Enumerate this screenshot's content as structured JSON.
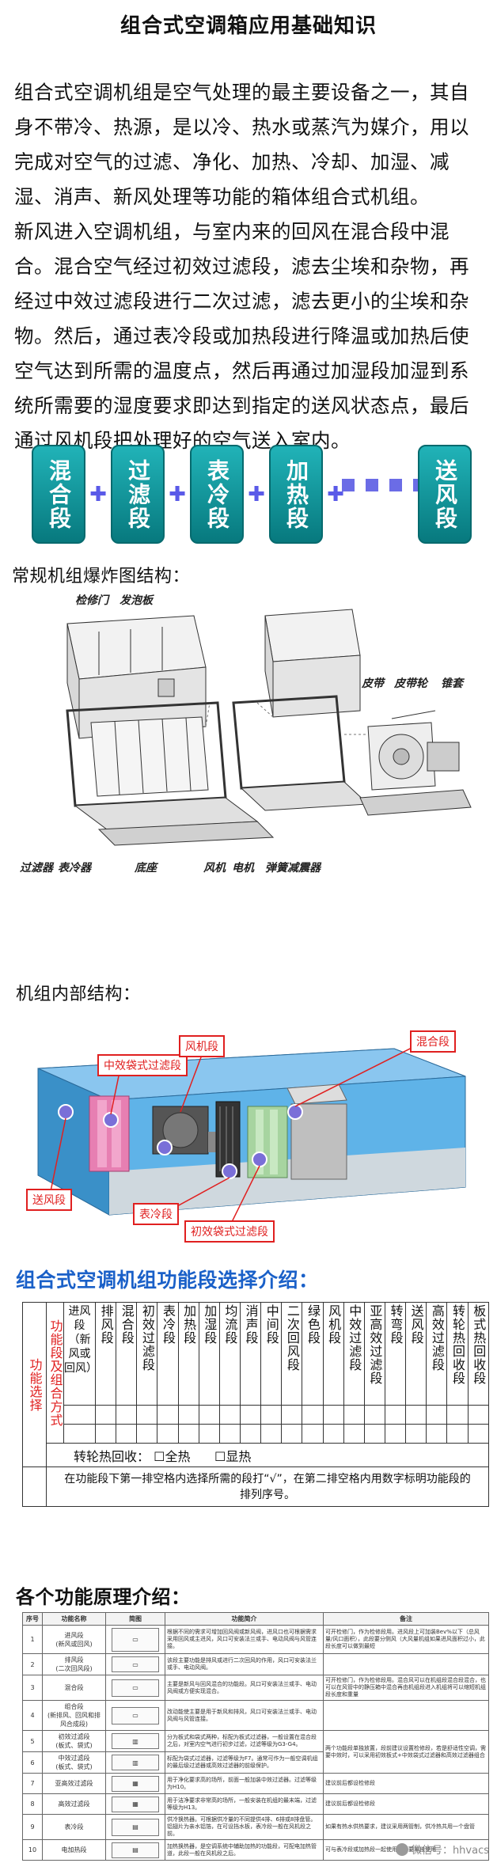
{
  "title": "组合式空调箱应用基础知识",
  "intro": [
    "组合式空调机组是空气处理的最主要设备之一，其自身不带冷、热源，是以冷、热水或蒸汽为媒介，用以完成对空气的过滤、净化、加热、冷却、加湿、减湿、消声、新风处理等功能的箱体组合式机组。",
    "新风进入空调机组，与室内来的回风在混合段中混合。混合空气经过初效过滤段，滤去尘埃和杂物，再经过中效过滤段进行二次过滤，滤去更小的尘埃和杂物。然后，通过表冷段或加热段进行降温或加热后使空气达到所需的温度点，然后再通过加湿段加湿到系统所需要的湿度要求即达到指定的送风状态点，最后通过风机段把处理好的空气送入室内。"
  ],
  "flow": [
    "混合段",
    "过滤段",
    "表冷段",
    "加热段",
    "送风段"
  ],
  "exploded": {
    "heading": "常规机组爆炸图结构：",
    "labels": {
      "access_door": "检修门",
      "foam_board": "发泡板",
      "belt": "皮带",
      "pulley": "皮带轮",
      "taper_sleeve": "锥套",
      "filter": "过滤器",
      "cooler": "表冷器",
      "base": "底座",
      "fan": "风机",
      "motor": "电机",
      "spring_damper": "弹簧减震器"
    }
  },
  "internal": {
    "heading": "机组内部结构：",
    "tags": {
      "medium_bag": "中效袋式过滤段",
      "fan": "风机段",
      "mixing": "混合段",
      "supply": "送风段",
      "cooling": "表冷段",
      "primary_bag": "初效袋式过滤段"
    }
  },
  "function_table": {
    "heading": "组合式空调机组功能段选择介绍：",
    "row_label": "功能选择",
    "sub_label": "功能段及组合方式",
    "columns": [
      "进风段（新风或回风）",
      "排风段",
      "混合段",
      "初效过滤段",
      "表冷段",
      "加热段",
      "加湿段",
      "均流段",
      "消声段",
      "中间段",
      "二次回风段",
      "绿色段",
      "风机段",
      "中效过滤段",
      "亚高效过滤段",
      "转弯段",
      "送风段",
      "高效过滤段",
      "转轮热回收段",
      "板式热回收段"
    ],
    "heat_recovery": "转轮热回收：",
    "option_full": "全热",
    "option_sensible": "显热",
    "note": "在功能段下第一排空格内选择所需的段打“√”，在第二排空格内用数字标明功能段的排列序号。"
  },
  "principle": {
    "heading": "各个功能原理介绍：",
    "headers": [
      "序号",
      "功能名称",
      "简图",
      "功能简介",
      "备注"
    ],
    "rows": [
      {
        "no": "1",
        "name": "进风段\n(新风或回风)",
        "desc": "根据不同的需求可增加回风阀或新风阀，进风口也可根据需求采用回风或主进风，风口可安装法兰或手、电动风阀与风管连接。",
        "note": "可开检修门，作为检修段用。进风段上可加装Bev%以下（总风量/风口面积），此段要分侧风（大风量机组如果进风面积过小，此段长度可以做到最短"
      },
      {
        "no": "2",
        "name": "排风段\n(二次回风段)",
        "desc": "该段主要功能是排风或进行二次回风的作用，风口可安装法兰或手、电动风阀。",
        "note": ""
      },
      {
        "no": "3",
        "name": "混合段",
        "desc": "主要是新风与回风混合的功能段。风口可安装法兰或手、电动风阀或方便实现混合。",
        "note": "可开检修门，作为检修段用。混合风可以在机组段混合段混合，也可以在风管中的静压箱中混合再由机组段进入机组将可以缩短机组段长度和重量"
      },
      {
        "no": "4",
        "name": "组合段\n(新排风、回风和排风合成段)",
        "desc": "改动能使主要是用于新风和排风，风口可安装法兰或手、电动风阀与风管连接。",
        "note": ""
      },
      {
        "no": "5",
        "name": "初效过滤段\n(板式、袋式)",
        "desc": "分为板式和袋式两种，标配为板式过滤器，一般设置在混合段之后，对室内空气进行初步过滤，过滤等级为G3-G4。",
        "note": "两个功能段单独放置，段前建议设置检修段，若是舒适性空调，需要中效时，可以采用初效板式+中效袋式过滤器和高效过滤器组合"
      },
      {
        "no": "6",
        "name": "中效过滤段\n(板式、袋式)",
        "desc": "标配为袋式过滤器，过滤等级为F7。通常可作为一般空调机组的最后级过滤器或高效过滤器的前级保护。",
        "note": ""
      },
      {
        "no": "7",
        "name": "亚高效过滤段",
        "desc": "用于净化要求高的场所，前面一般加装中效过滤器。过滤等级为H10。",
        "note": "建议前后都设检修段"
      },
      {
        "no": "8",
        "name": "高效过滤段",
        "desc": "用于洁净要求非常高的场所，一般安装在机组的最末端，过滤等级为H13。",
        "note": "建议前后都设检修段"
      },
      {
        "no": "9",
        "name": "表冷段",
        "desc": "供冷换热器。可根据供冷量的不同提供4排、6排或8排盘管。铝翅片为亲水铝箔，在可设挡水板，表冷段一般在风机段之前。",
        "note": "如果有热水供热要求，建议采用两管制，供冷热共用一个盘管"
      },
      {
        "no": "10",
        "name": "电加热段",
        "desc": "加热换热器，是空调系统中辅助加热的功能段，可配电加热管道，此段一般在风机段之后。",
        "note": "可与表冷段或加热段一起使用，不要单独使用"
      }
    ]
  },
  "watermark": "微信号：hhvacs"
}
